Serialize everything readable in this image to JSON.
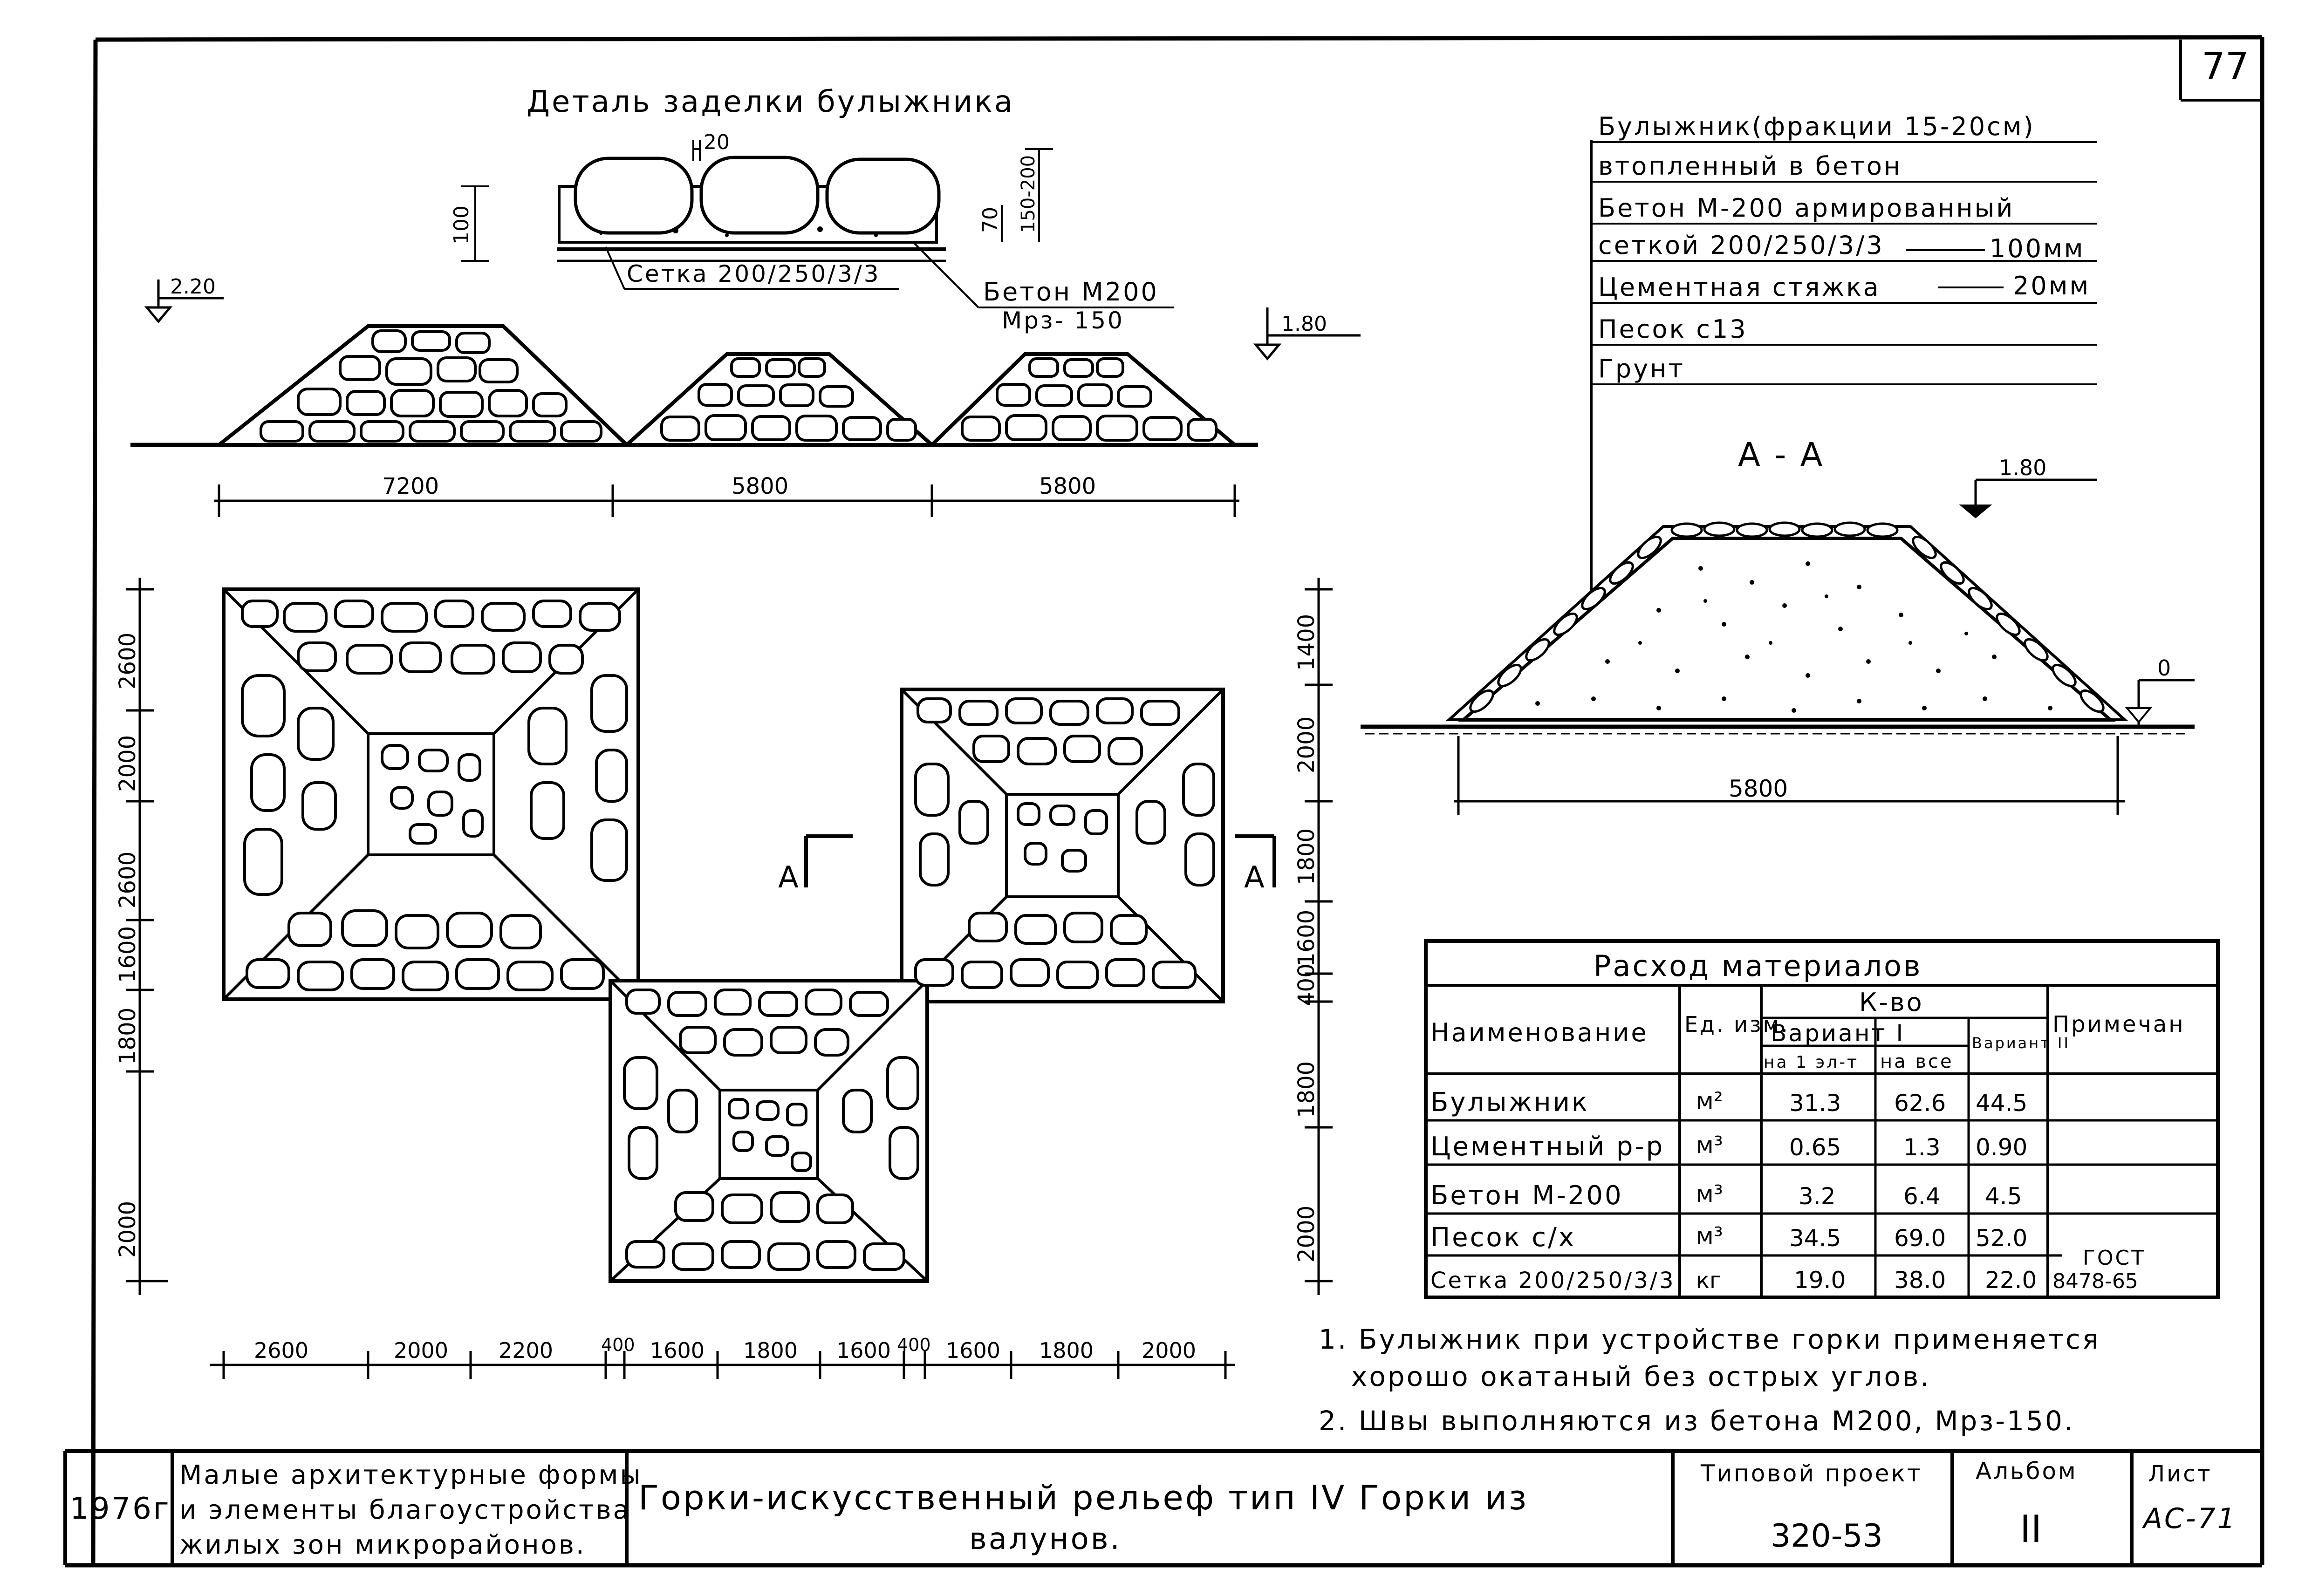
{
  "sheet_number": "77",
  "detail": {
    "title": "Деталь заделки булыжника",
    "dim_gap": "20",
    "dim_left": "100",
    "dim_right1": "70",
    "dim_right2": "150-200",
    "mesh_label": "Сетка 200/250/3/3",
    "concrete_label": "Бетон М200",
    "frost_label": "Мрз- 150"
  },
  "elevation": {
    "level_left": "2.20",
    "level_right": "1.80",
    "dims": [
      "7200",
      "5800",
      "5800"
    ]
  },
  "legend_layers": [
    "Булыжник(фракции 15-20см)",
    "втопленный в бетон",
    "Бетон М-200 армированный",
    "сеткой 200/250/3/3",
    "Цементная стяжка",
    "Песок с13",
    "Грунт"
  ],
  "legend_thickness": {
    "mesh": "100мм",
    "screed": "20мм"
  },
  "section": {
    "title": "А - А",
    "level_top": "1.80",
    "level_zero": "0",
    "width": "5800"
  },
  "plan": {
    "left_dims": [
      "2600",
      "2000",
      "2600",
      "1600",
      "1800",
      "2000"
    ],
    "right_dims": [
      "1400",
      "2000",
      "1800",
      "1600",
      "400",
      "1800",
      "2000"
    ],
    "bottom_dims": [
      "2600",
      "2000",
      "2200",
      "400",
      "1600",
      "1800",
      "1600",
      "400",
      "1600",
      "1800",
      "2000"
    ],
    "section_mark_left": "А",
    "section_mark_right": "А"
  },
  "materials_table": {
    "title": "Расход материалов",
    "headers": {
      "name": "Наименование",
      "unit": "Ед. изм.",
      "qty": "К-во",
      "variant1": "Вариант I",
      "per_element": "на 1 эл-т",
      "total": "на все",
      "variant2": "Вариант II",
      "note": "Примечан"
    },
    "rows": [
      {
        "name": "Булыжник",
        "unit": "м²",
        "per_el": "31.3",
        "total": "62.6",
        "v2": "44.5",
        "note": ""
      },
      {
        "name": "Цементный р-р",
        "unit": "м³",
        "per_el": "0.65",
        "total": "1.3",
        "v2": "0.90",
        "note": ""
      },
      {
        "name": "Бетон М-200",
        "unit": "м³",
        "per_el": "3.2",
        "total": "6.4",
        "v2": "4.5",
        "note": ""
      },
      {
        "name": "Песок с/х",
        "unit": "м³",
        "per_el": "34.5",
        "total": "69.0",
        "v2": "52.0",
        "note": "ГОСТ"
      },
      {
        "name": "Сетка 200/250/3/3",
        "unit": "кг",
        "per_el": "19.0",
        "total": "38.0",
        "v2": "22.0",
        "note": "8478-65"
      }
    ]
  },
  "notes": [
    "1. Булыжник при устройстве горки применяется",
    "хорошо окатаный без острых углов.",
    "2. Швы выполняются из бетона М200, Мрз-150."
  ],
  "title_block": {
    "year": "1976г",
    "series_line1": "Малые архитектурные формы",
    "series_line2": "и элементы благоустройства",
    "series_line3": "жилых зон микрорайонов.",
    "title_line1": "Горки-искусственный рельеф тип IV Горки из",
    "title_line2": "валунов.",
    "project_label": "Типовой проект",
    "project_number": "320-53",
    "album_label": "Альбом",
    "album_number": "II",
    "sheet_label": "Лист",
    "sheet_code": "АС-71"
  }
}
